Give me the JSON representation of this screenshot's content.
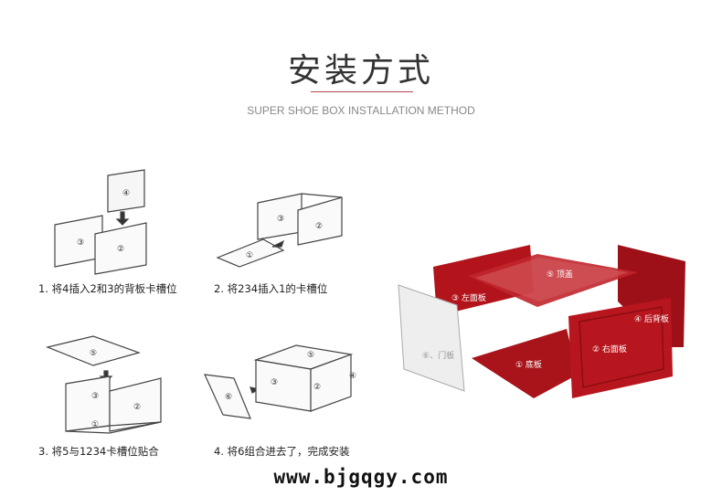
{
  "header": {
    "title": "安装方式",
    "subtitle": "SUPER SHOE BOX INSTALLATION METHOD"
  },
  "steps": [
    {
      "caption": "1. 将4插入2和3的背板卡槽位",
      "parts": [
        "④",
        "③",
        "②"
      ]
    },
    {
      "caption": "2. 将234插入1的卡槽位",
      "parts": [
        "③",
        "②",
        "①"
      ]
    },
    {
      "caption": "3. 将5与1234卡槽位贴合",
      "parts": [
        "⑤",
        "③",
        "②",
        "①"
      ]
    },
    {
      "caption": "4. 将6组合进去了，完成安装",
      "parts": [
        "⑥",
        "⑤",
        "③",
        "②",
        "④"
      ]
    }
  ],
  "exploded": {
    "top": "⑤  顶盖",
    "left": "③  左面板",
    "back": "④  后背板",
    "right": "②  右面板",
    "bottom": "①  底板",
    "door": "⑥、门板"
  },
  "colors": {
    "accent": "#b5474f",
    "panel_red": "#b3141c"
  },
  "footer": {
    "website": "www.bjgqgy.com"
  }
}
